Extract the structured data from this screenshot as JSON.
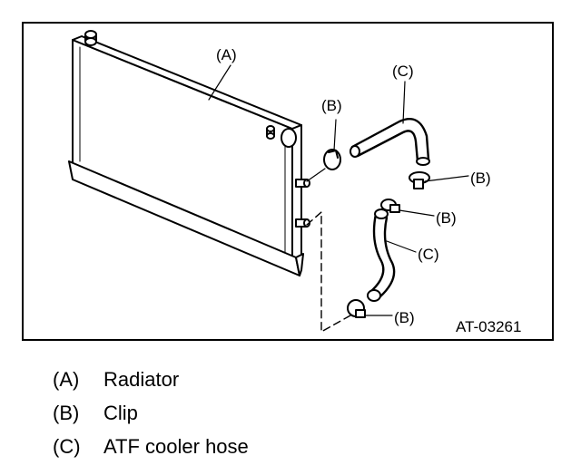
{
  "diagram": {
    "callouts": {
      "radiator": "(A)",
      "clip_upper_left": "(B)",
      "hose_upper": "(C)",
      "clip_upper_right": "(B)",
      "clip_lower_upper": "(B)",
      "hose_lower": "(C)",
      "clip_lower": "(B)"
    },
    "figure_id": "AT-03261"
  },
  "legend": [
    {
      "key": "(A)",
      "text": "Radiator"
    },
    {
      "key": "(B)",
      "text": "Clip"
    },
    {
      "key": "(C)",
      "text": "ATF cooler hose"
    }
  ]
}
